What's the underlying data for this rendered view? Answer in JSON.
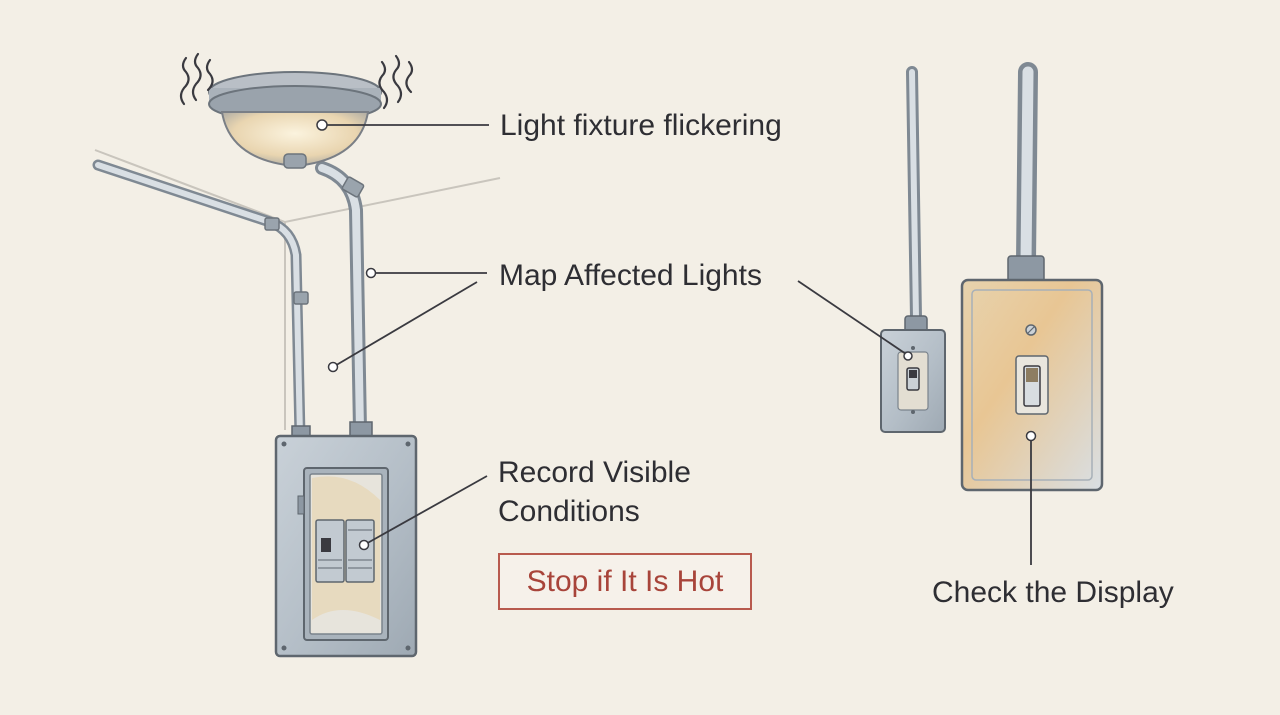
{
  "callouts": {
    "fixture": "Light fixture flickering",
    "map_lights": "Map Affected Lights",
    "record_line1": "Record Visible",
    "record_line2": "Conditions",
    "check_display": "Check the Display"
  },
  "warning": {
    "text": "Stop if It Is Hot",
    "color": "#a8443a"
  },
  "colors": {
    "background": "#f3efe6",
    "metal": "#b9c2ca",
    "warm_tint": "#e6c38d",
    "line": "#3a3a40"
  }
}
